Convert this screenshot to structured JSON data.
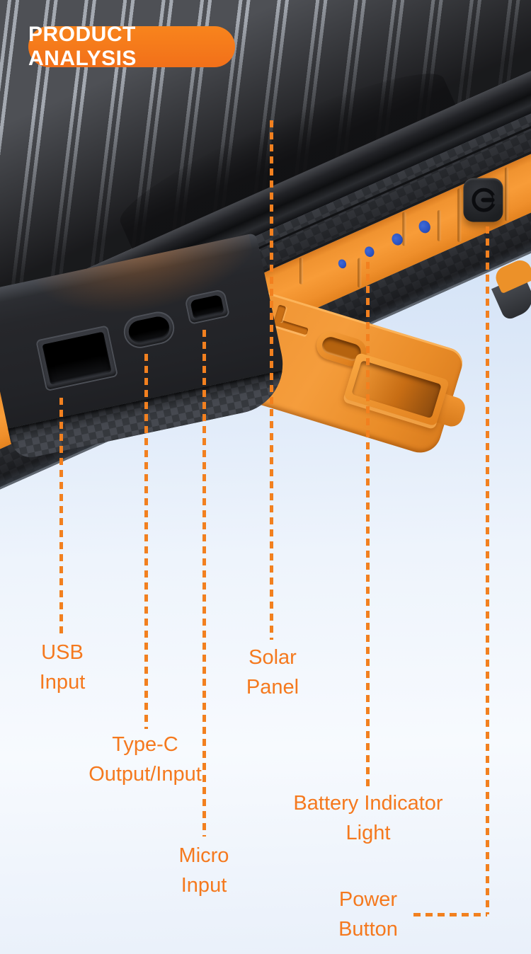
{
  "badge": {
    "label": "PRODUCT ANALYSIS"
  },
  "colors": {
    "accent_orange": "#F5771D",
    "label_text": "#F5791E",
    "panel_orange": "#F39333",
    "led_blue": "#2B52C0",
    "body_dark": "#26272B",
    "sky_top": "#C2D6EF"
  },
  "product": {
    "power_button_icon": "power-icon",
    "indicator_led_count": 4,
    "ports": [
      "usb-a",
      "type-c",
      "micro-usb"
    ]
  },
  "callouts": [
    {
      "id": "usb",
      "lines": [
        "USB",
        "Input"
      ]
    },
    {
      "id": "type-c",
      "lines": [
        "Type-C",
        "Output/Input"
      ]
    },
    {
      "id": "micro",
      "lines": [
        "Micro",
        "Input"
      ]
    },
    {
      "id": "solar",
      "lines": [
        "Solar",
        "Panel"
      ]
    },
    {
      "id": "battery",
      "lines": [
        "Battery Indicator",
        "Light"
      ]
    },
    {
      "id": "power",
      "lines": [
        "Power",
        "Button"
      ]
    }
  ]
}
